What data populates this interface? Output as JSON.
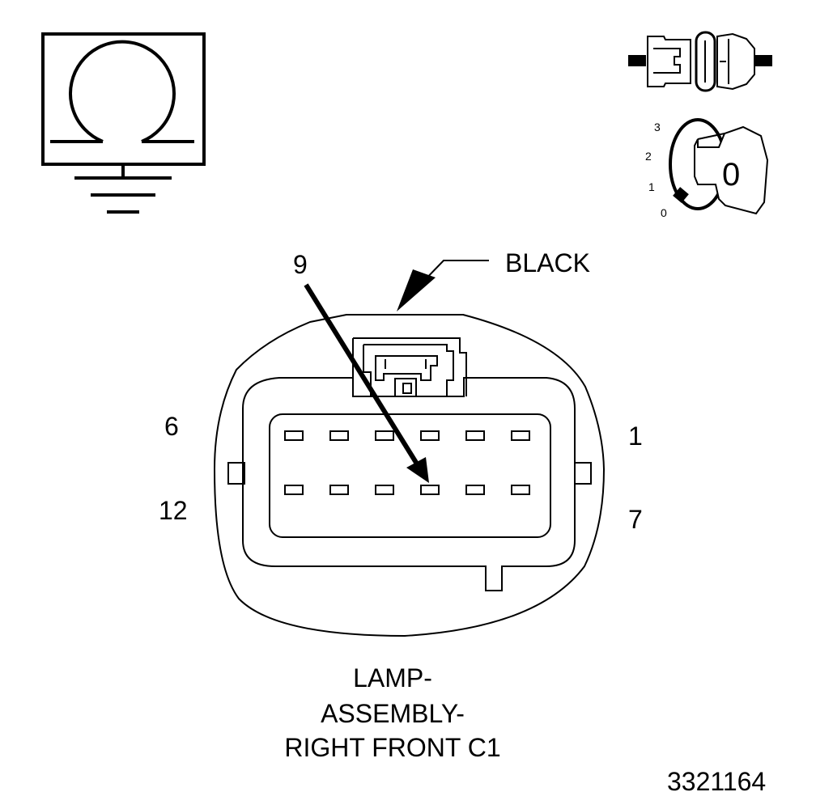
{
  "connector": {
    "color_label": "BLACK",
    "pin_labels": {
      "top_left": "6",
      "top_right": "1",
      "bottom_left": "12",
      "bottom_right": "7",
      "highlighted": "9"
    },
    "name_lines": [
      "LAMP-",
      "ASSEMBLY-",
      "RIGHT FRONT C1"
    ]
  },
  "ignition": {
    "positions": [
      "3",
      "2",
      "1",
      "0"
    ],
    "key_label": "0"
  },
  "figure_number": "3321164",
  "icons": [
    "ohmmeter-ground-icon",
    "disconnected-connector-icon",
    "ignition-key-off-icon"
  ]
}
